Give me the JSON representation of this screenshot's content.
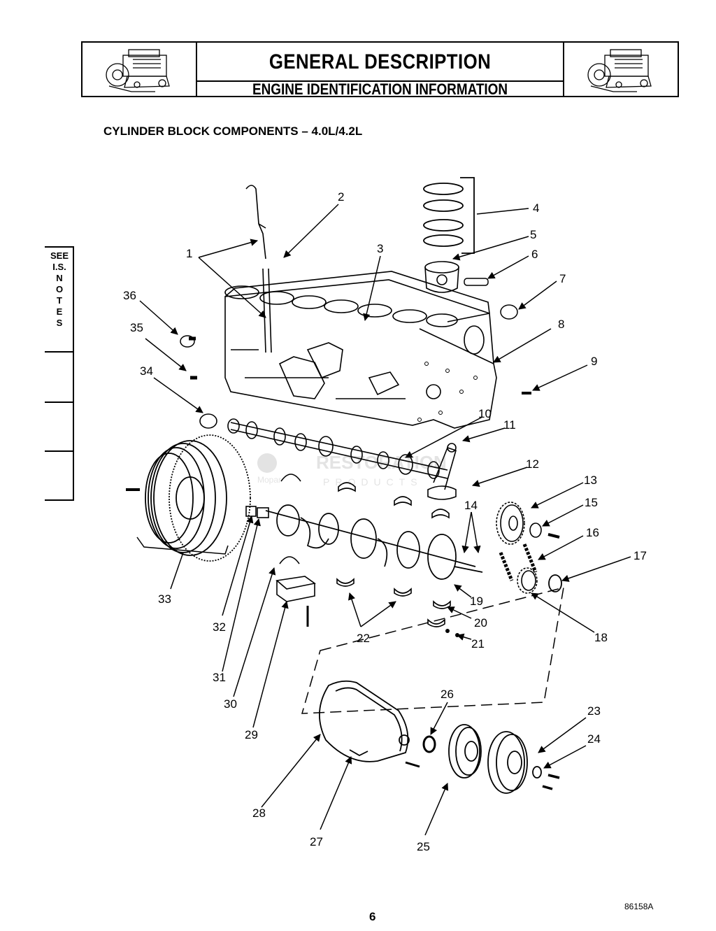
{
  "header": {
    "title": "GENERAL DESCRIPTION",
    "subtitle": "ENGINE IDENTIFICATION INFORMATION"
  },
  "diagram_title": "CYLINDER BLOCK COMPONENTS – 4.0L/4.2L",
  "side_tab": {
    "lines": [
      "SEE",
      "I.S.",
      "N",
      "O",
      "T",
      "E",
      "S"
    ]
  },
  "callouts": [
    "1",
    "2",
    "3",
    "4",
    "5",
    "6",
    "7",
    "8",
    "9",
    "10",
    "11",
    "12",
    "13",
    "14",
    "15",
    "16",
    "17",
    "18",
    "19",
    "20",
    "21",
    "22",
    "23",
    "24",
    "25",
    "26",
    "27",
    "28",
    "29",
    "30",
    "31",
    "32",
    "33",
    "34",
    "35",
    "36"
  ],
  "watermark_text": [
    "Mopar",
    "RESTORATION",
    "PRODUCTS"
  ],
  "figure_code": "86158A",
  "page_number": "6"
}
